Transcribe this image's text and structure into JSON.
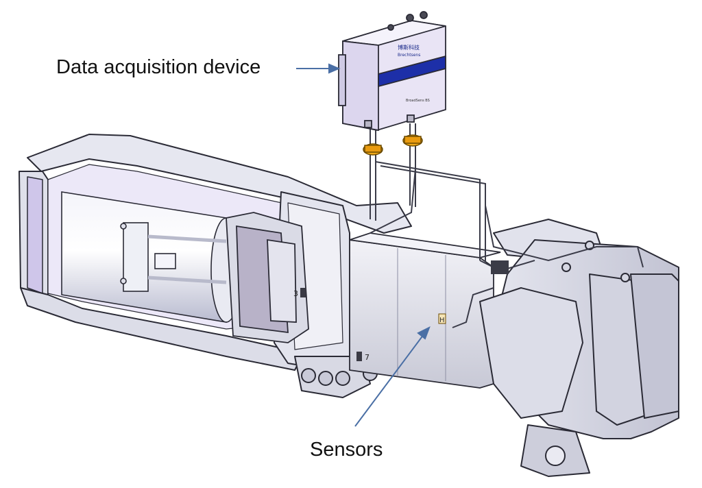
{
  "labels": {
    "device": "Data acquisition device",
    "sensors": "Sensors"
  },
  "device_panel": {
    "logo_cn": "博斯科技",
    "logo_en": "Brechtsens",
    "model": "BroadSens BS"
  },
  "sensor_marks": {
    "s1": "H",
    "s3": "3",
    "s7": "7"
  },
  "colors": {
    "arrow": "#4a6fa5",
    "device_body": "#e9e4f5",
    "device_stripe": "#1d2fa8",
    "clamp": "#f0a818",
    "frame_face": "#e8e9f2",
    "frame_shadow": "#b7b9cc",
    "edge": "#2a2a35",
    "inner_purple": "#cfc6ea"
  }
}
